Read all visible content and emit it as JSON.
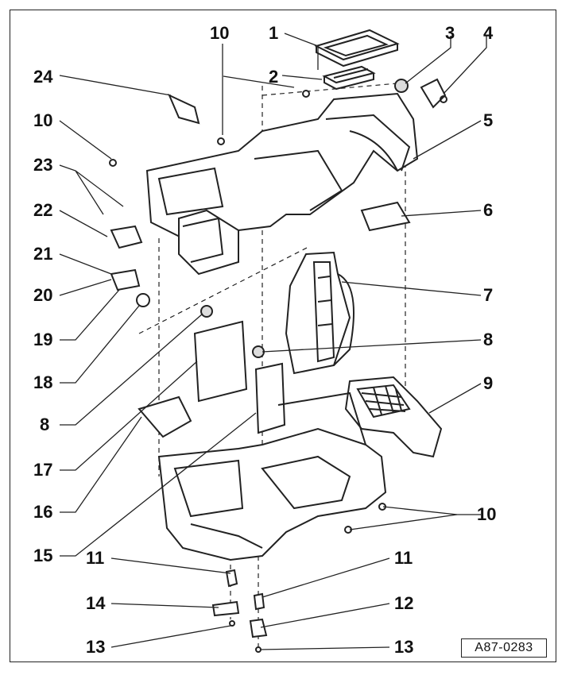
{
  "figure": {
    "reference_code": "A87-0283",
    "callouts": [
      {
        "id": "c1",
        "text": "1"
      },
      {
        "id": "c2",
        "text": "2"
      },
      {
        "id": "c3",
        "text": "3"
      },
      {
        "id": "c4",
        "text": "4"
      },
      {
        "id": "c5",
        "text": "5"
      },
      {
        "id": "c6",
        "text": "6"
      },
      {
        "id": "c7",
        "text": "7"
      },
      {
        "id": "c8r",
        "text": "8"
      },
      {
        "id": "c9",
        "text": "9"
      },
      {
        "id": "c10r",
        "text": "10"
      },
      {
        "id": "c10t",
        "text": "10"
      },
      {
        "id": "c10l",
        "text": "10"
      },
      {
        "id": "c24",
        "text": "24"
      },
      {
        "id": "c23",
        "text": "23"
      },
      {
        "id": "c22",
        "text": "22"
      },
      {
        "id": "c21",
        "text": "21"
      },
      {
        "id": "c20",
        "text": "20"
      },
      {
        "id": "c19",
        "text": "19"
      },
      {
        "id": "c18",
        "text": "18"
      },
      {
        "id": "c8l",
        "text": "8"
      },
      {
        "id": "c17",
        "text": "17"
      },
      {
        "id": "c16",
        "text": "16"
      },
      {
        "id": "c15",
        "text": "15"
      },
      {
        "id": "c11l",
        "text": "11"
      },
      {
        "id": "c14",
        "text": "14"
      },
      {
        "id": "c13l",
        "text": "13"
      },
      {
        "id": "c11r",
        "text": "11"
      },
      {
        "id": "c12",
        "text": "12"
      },
      {
        "id": "c13r",
        "text": "13"
      }
    ]
  }
}
